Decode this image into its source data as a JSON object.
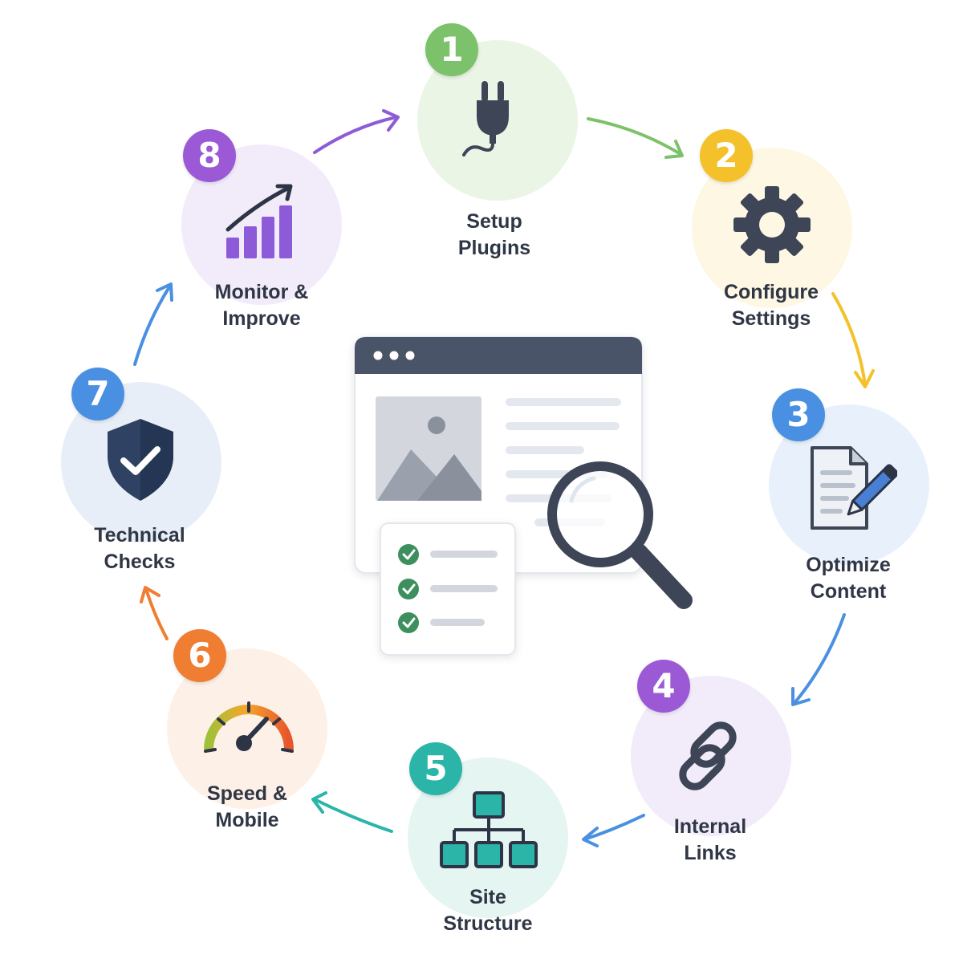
{
  "steps": [
    {
      "number": "1",
      "line1": "Setup",
      "line2": "Plugins",
      "icon": "plug-icon",
      "color": "#7cc26a"
    },
    {
      "number": "2",
      "line1": "Configure",
      "line2": "Settings",
      "icon": "gear-icon",
      "color": "#f4c12a"
    },
    {
      "number": "3",
      "line1": "Optimize",
      "line2": "Content",
      "icon": "document-edit-icon",
      "color": "#4a90e2"
    },
    {
      "number": "4",
      "line1": "Internal",
      "line2": "Links",
      "icon": "chain-link-icon",
      "color": "#9b59d6"
    },
    {
      "number": "5",
      "line1": "Site",
      "line2": "Structure",
      "icon": "sitemap-icon",
      "color": "#2bb5a8"
    },
    {
      "number": "6",
      "line1": "Speed &",
      "line2": "Mobile",
      "icon": "speedometer-icon",
      "color": "#f07e32"
    },
    {
      "number": "7",
      "line1": "Technical",
      "line2": "Checks",
      "icon": "shield-check-icon",
      "color": "#4a90e2"
    },
    {
      "number": "8",
      "line1": "Monitor &",
      "line2": "Improve",
      "icon": "growth-chart-icon",
      "color": "#9b59d6"
    }
  ],
  "center": {
    "icons": [
      "browser-window-icon",
      "image-placeholder-icon",
      "checklist-icon",
      "magnifying-glass-icon"
    ]
  }
}
